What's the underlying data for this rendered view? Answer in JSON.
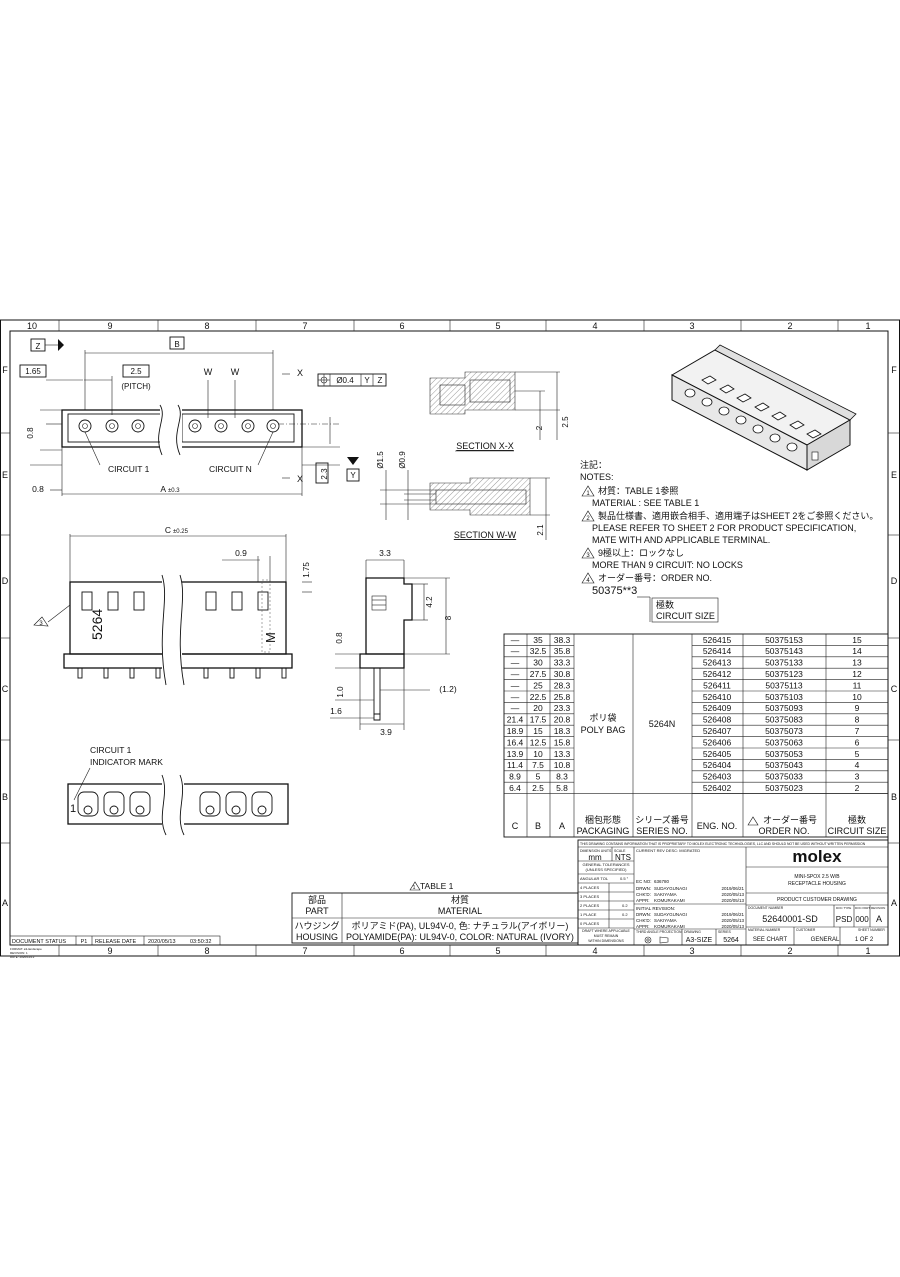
{
  "zones": {
    "cols": [
      "10",
      "9",
      "8",
      "7",
      "6",
      "5",
      "4",
      "3",
      "2",
      "1"
    ],
    "rows": [
      "F",
      "E",
      "D",
      "C",
      "B",
      "A"
    ]
  },
  "top_view": {
    "datum_z": "Z",
    "datum_b": "B",
    "dim_165": "1.65",
    "dim_pitch": "2.5",
    "pitch_label": "(PITCH)",
    "w_left": "W",
    "w_right": "W",
    "x_top": "X",
    "x_bottom": "X",
    "tolerance": "Ø0.4",
    "tol_y": "Y",
    "tol_z": "Z",
    "dim_08_vert": "0.8",
    "dim_08_horiz": "0.8",
    "circuit_1": "CIRCUIT 1",
    "circuit_n": "CIRCUIT N",
    "dim_23": "2.3",
    "datum_y": "Y",
    "dim_a": "A",
    "dim_a_tol": "±0.3"
  },
  "section_xx": {
    "title": "SECTION X-X",
    "dim_2": "2",
    "dim_25": "2.5"
  },
  "section_ww": {
    "title": "SECTION W-W",
    "dim_15": "Ø1.5",
    "dim_09": "Ø0.9",
    "dim_21": "2.1"
  },
  "front_view": {
    "dim_c": "C",
    "dim_c_tol": "±0.25",
    "dim_09": "0.9",
    "dim_175": "1.75",
    "marking": "5264",
    "marking_m": "M",
    "note_flag": "3"
  },
  "side_view": {
    "dim_33": "3.3",
    "dim_42": "4.2",
    "dim_8": "8",
    "dim_08": "0.8",
    "dim_10": "1.0",
    "dim_12": "(1.2)",
    "dim_16": "1.6",
    "dim_39": "3.9"
  },
  "bottom_view": {
    "indicator_line1": "CIRCUIT 1",
    "indicator_line2": "INDICATOR MARK",
    "pin1": "1"
  },
  "notes": {
    "heading_jp": "注記：",
    "heading_en": "NOTES:",
    "items": [
      {
        "num": "1",
        "jp": "材質：TABLE 1参照",
        "en1": "MATERIAL : SEE TABLE 1",
        "en2": ""
      },
      {
        "num": "2",
        "jp": "製品仕様書、適用嵌合相手、適用端子はSHEET 2をご参照ください。",
        "en1": "PLEASE REFER TO SHEET 2 FOR PRODUCT SPECIFICATION,",
        "en2": "MATE WITH AND APPLICABLE TERMINAL."
      },
      {
        "num": "3",
        "jp": "9極以上：ロックなし",
        "en1": "MORE THAN 9 CIRCUIT: NO LOCKS",
        "en2": ""
      },
      {
        "num": "4",
        "jp": "オーダー番号：ORDER NO.",
        "en1": "",
        "en2": ""
      }
    ],
    "order_no": "50375**3",
    "circuit_size_jp": "極数",
    "circuit_size_en": "CIRCUIT SIZE"
  },
  "chart_data": {
    "type": "table",
    "columns": [
      "C",
      "B",
      "A",
      "梱包形態 PACKAGING",
      "シリーズ番号 SERIES NO.",
      "ENG. NO.",
      "オーダー番号 ORDER NO.",
      "極数 CIRCUIT SIZE"
    ],
    "packaging_jp": "ポリ袋",
    "packaging_en": "POLY BAG",
    "series_no": "5264N",
    "rows": [
      {
        "c": "—",
        "b": "35",
        "a": "38.3",
        "eng": "526415",
        "order": "50375153",
        "size": "15"
      },
      {
        "c": "—",
        "b": "32.5",
        "a": "35.8",
        "eng": "526414",
        "order": "50375143",
        "size": "14"
      },
      {
        "c": "—",
        "b": "30",
        "a": "33.3",
        "eng": "526413",
        "order": "50375133",
        "size": "13"
      },
      {
        "c": "—",
        "b": "27.5",
        "a": "30.8",
        "eng": "526412",
        "order": "50375123",
        "size": "12"
      },
      {
        "c": "—",
        "b": "25",
        "a": "28.3",
        "eng": "526411",
        "order": "50375113",
        "size": "11"
      },
      {
        "c": "—",
        "b": "22.5",
        "a": "25.8",
        "eng": "526410",
        "order": "50375103",
        "size": "10"
      },
      {
        "c": "—",
        "b": "20",
        "a": "23.3",
        "eng": "526409",
        "order": "50375093",
        "size": "9"
      },
      {
        "c": "21.4",
        "b": "17.5",
        "a": "20.8",
        "eng": "526408",
        "order": "50375083",
        "size": "8"
      },
      {
        "c": "18.9",
        "b": "15",
        "a": "18.3",
        "eng": "526407",
        "order": "50375073",
        "size": "7"
      },
      {
        "c": "16.4",
        "b": "12.5",
        "a": "15.8",
        "eng": "526406",
        "order": "50375063",
        "size": "6"
      },
      {
        "c": "13.9",
        "b": "10",
        "a": "13.3",
        "eng": "526405",
        "order": "50375053",
        "size": "5"
      },
      {
        "c": "11.4",
        "b": "7.5",
        "a": "10.8",
        "eng": "526404",
        "order": "50375043",
        "size": "4"
      },
      {
        "c": "8.9",
        "b": "5",
        "a": "8.3",
        "eng": "526403",
        "order": "50375033",
        "size": "3"
      },
      {
        "c": "6.4",
        "b": "2.5",
        "a": "5.8",
        "eng": "526402",
        "order": "50375023",
        "size": "2"
      }
    ],
    "header": {
      "c": "C",
      "b": "B",
      "a": "A",
      "pack_jp": "梱包形態",
      "pack_en": "PACKAGING",
      "series_jp": "シリーズ番号",
      "series_en": "SERIES NO.",
      "eng": "ENG. NO.",
      "order_jp": "オーダー番号",
      "order_en": "ORDER NO.",
      "size_jp": "極数",
      "size_en": "CIRCUIT SIZE"
    }
  },
  "table1": {
    "title": "TABLE 1",
    "part_jp": "部品",
    "part_en": "PART",
    "material_jp": "材質",
    "material_en": "MATERIAL",
    "housing_jp": "ハウジング",
    "housing_en": "HOUSING",
    "material_val_jp": "ポリアミド(PA), UL94V-0, 色: ナチュラル(アイボリー)",
    "material_val_en": "POLYAMIDE(PA): UL94V-0, COLOR: NATURAL (IVORY)"
  },
  "title_block": {
    "proprietary": "THIS DRAWING CONTAINS INFORMATION THAT IS PROPRIETARY TO MOLEX ELECTRONIC TECHNOLOGIES, LLC AND SHOULD NOT BE USED WITHOUT WRITTEN PERMISSION",
    "dim_units_label": "DIMENSION UNITS",
    "scale_label": "SCALE",
    "units": "mm",
    "scale": "NTS",
    "current_rev": "CURRENT REV DESC: MIGRATED",
    "gen_tol": "GENERAL TOLERANCES",
    "gen_tol2": "(UNLESS SPECIFIED)",
    "angular": "ANGULAR TOL",
    "angular_val": "0.5 °",
    "places": [
      "4 PLACES",
      "3 PLACES",
      "2 PLACES",
      "1 PLACE",
      "0 PLACES"
    ],
    "places_val": [
      "",
      "",
      "0.2",
      "0.2",
      ""
    ],
    "ec_no": "EC NO:",
    "ec_val": "636780",
    "drwn": "DRWN:",
    "drwn_val": "SUDAYGUNAGI",
    "drwn_date": "2019/06/21",
    "chkd": "CHK'D:",
    "chkd_val": "SAKIYAMA",
    "chkd_date": "2020/05/13",
    "appr": "APPR:",
    "appr_val": "KOMURAKAMI",
    "appr_date": "2020/05/13",
    "initial_rev": "INITIAL REVISION:",
    "drwn2_val": "SUDAYGUNAGI",
    "drwn2_date": "2019/06/21",
    "chkd2_val": "SAKIYAMA",
    "chkd2_date": "2020/05/13",
    "appr2_val": "KOMURAKAMI",
    "appr2_date": "2020/05/13",
    "draft_where": "DRAFT WHERE APPLICABLE",
    "must_remain": "MUST REMAIN",
    "within_dims": "WITHIN DIMENSIONS",
    "third_angle": "THIRD ANGLE PROJECTION",
    "drawing_label": "DRAWING",
    "size": "A3-SIZE",
    "series_label": "SERIES",
    "series": "5264",
    "logo": "molex",
    "title1": "MINI-SPOX 2.5 W/B",
    "title2": "RECEPTACLE HOUSING",
    "drawing_type": "PRODUCT CUSTOMER DRAWING",
    "doc_number_label": "DOCUMENT NUMBER",
    "doc_number": "52640001-SD",
    "doc_type_label": "DOC TYPE",
    "doc_part_label": "DOC PART",
    "revision_label": "REVISION",
    "doc_type": "PSD",
    "doc_part": "000",
    "revision": "A",
    "material_number_label": "MATERIAL NUMBER",
    "customer_label": "CUSTOMER",
    "sheet_number_label": "SHEET NUMBER",
    "material_number": "SEE CHART",
    "customer": "GENERAL",
    "sheet": "1 OF 2"
  },
  "status_bar": {
    "doc_status_label": "DOCUMENT STATUS",
    "doc_status": "P1",
    "release_label": "RELEASE DATE",
    "release_date": "2020/05/13",
    "release_time": "03:50:32",
    "small1": "FORMAT: a3-landscape",
    "small2": "REVISION: 1",
    "small3": "DATE: 2020/11/13"
  }
}
